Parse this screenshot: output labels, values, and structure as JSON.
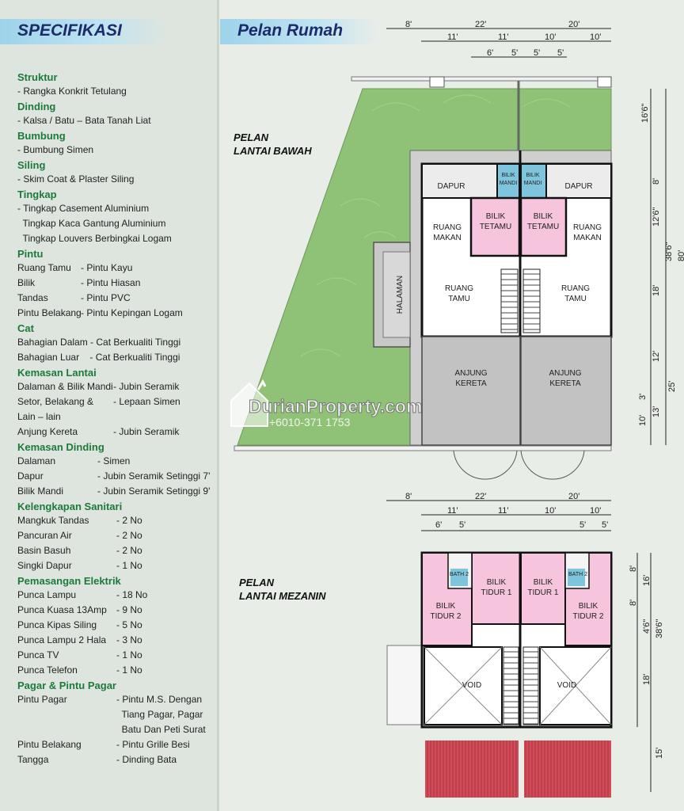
{
  "left": {
    "title": "SPECIFIKASI",
    "sections": [
      {
        "heading": "Struktur",
        "lines": [
          {
            "text": "- Rangka Konkrit Tetulang"
          }
        ]
      },
      {
        "heading": "Dinding",
        "lines": [
          {
            "text": "- Kalsa / Batu – Bata Tanah Liat"
          }
        ]
      },
      {
        "heading": "Bumbung",
        "lines": [
          {
            "text": "- Bumbung Simen"
          }
        ]
      },
      {
        "heading": "Siling",
        "lines": [
          {
            "text": "- Skim Coat & Plaster Siling"
          }
        ]
      },
      {
        "heading": "Tingkap",
        "lines": [
          {
            "text": "- Tingkap Casement Aluminium"
          },
          {
            "text": "  Tingkap Kaca Gantung Aluminium"
          },
          {
            "text": "  Tingkap Louvers Berbingkai Logam"
          }
        ]
      },
      {
        "heading": "Pintu",
        "lines": [
          {
            "text": "Ruang Tamu",
            "value": "- Pintu Kayu"
          },
          {
            "text": "Bilik",
            "value": "- Pintu Hiasan"
          },
          {
            "text": "Tandas",
            "value": "- Pintu PVC"
          },
          {
            "text": "Pintu Belakang",
            "value": "- Pintu Kepingan Logam"
          }
        ]
      },
      {
        "heading": "Cat",
        "lines": [
          {
            "text": "Bahagian Dalam - Cat Berkualiti Tinggi"
          },
          {
            "text": "Bahagian Luar    - Cat Berkualiti Tinggi"
          }
        ]
      },
      {
        "heading": "Kemasan Lantai",
        "lines": [
          {
            "text": "Dalaman & Bilik Mandi",
            "value": "- Jubin Seramik"
          },
          {
            "text": "Setor, Belakang &",
            "value": "- Lepaan Simen"
          },
          {
            "text": "Lain – lain"
          },
          {
            "text": "Anjung Kereta",
            "value": "- Jubin Seramik"
          }
        ]
      },
      {
        "heading": "Kemasan Dinding",
        "lines": [
          {
            "text": "Dalaman",
            "value": "- Simen"
          },
          {
            "text": "Dapur",
            "value": "- Jubin Seramik Setinggi 7'"
          },
          {
            "text": "Bilik Mandi",
            "value": "- Jubin Seramik Setinggi 9'"
          }
        ]
      },
      {
        "heading": "Kelengkapan Sanitari",
        "lines": [
          {
            "text": "Mangkuk Tandas",
            "value": "- 2 No"
          },
          {
            "text": "Pancuran Air",
            "value": "- 2 No"
          },
          {
            "text": "Basin Basuh",
            "value": "- 2 No"
          },
          {
            "text": "Singki Dapur",
            "value": "- 1 No"
          }
        ]
      },
      {
        "heading": "Pemasangan Elektrik",
        "lines": [
          {
            "text": "Punca Lampu",
            "value": "- 18 No"
          },
          {
            "text": "Punca Kuasa 13Amp",
            "value": "- 9 No"
          },
          {
            "text": "Punca Kipas Siling",
            "value": "- 5 No"
          },
          {
            "text": "Punca Lampu 2 Hala",
            "value": "- 3 No"
          },
          {
            "text": "Punca TV",
            "value": "- 1 No"
          },
          {
            "text": "Punca Telefon",
            "value": "- 1 No"
          }
        ]
      },
      {
        "heading": "Pagar & Pintu Pagar",
        "lines": [
          {
            "text": "Pintu Pagar",
            "value": "- Pintu M.S. Dengan"
          },
          {
            "text": "",
            "value": "  Tiang Pagar, Pagar"
          },
          {
            "text": "",
            "value": "  Batu Dan Peti Surat"
          },
          {
            "text": "Pintu Belakang",
            "value": "- Pintu Grille Besi"
          },
          {
            "text": "Tangga",
            "value": "- Dinding Bata"
          }
        ]
      }
    ]
  },
  "right": {
    "title": "Pelan Rumah",
    "ground": {
      "label": [
        "PELAN",
        "LANTAI BAWAH"
      ],
      "dims_top": [
        "8'",
        "22'",
        "20'",
        "11'",
        "11'",
        "10'",
        "10'",
        "6'",
        "5'",
        "5'",
        "5'"
      ],
      "dims_right": [
        "16'6\"",
        "8'",
        "12'6\"",
        "38'6\"",
        "18'",
        "12'",
        "25'",
        "3'",
        "13'",
        "10'",
        "80'"
      ],
      "rooms": [
        "DAPUR",
        "DAPUR",
        "BILIK MANDI",
        "BILIK MANDI",
        "BILIK TETAMU",
        "BILIK TETAMU",
        "RUANG MAKAN",
        "RUANG MAKAN",
        "RUANG TAMU",
        "RUANG TAMU",
        "HALAMAN",
        "ANJUNG KERETA",
        "ANJUNG KERETA"
      ]
    },
    "mezzanine": {
      "label": [
        "PELAN",
        "LANTAI MEZANIN"
      ],
      "dims_top": [
        "8'",
        "22'",
        "20'",
        "11'",
        "11'",
        "10'",
        "10'",
        "6'",
        "5'",
        "5'",
        "5'"
      ],
      "dims_right": [
        "8'",
        "16'",
        "8'",
        "4'6\"",
        "38'6\"",
        "18'",
        "15'"
      ],
      "rooms": [
        "BATH 2",
        "BATH 2",
        "BILIK TIDUR 1",
        "BILIK TIDUR 1",
        "BILIK TIDUR 2",
        "BILIK TIDUR 2",
        "VOID",
        "VOID"
      ]
    }
  },
  "watermark": {
    "brand": "DurianProperty.com",
    "phone": "+6010-371 1753"
  },
  "colors": {
    "title_text": "#1b2b6b",
    "heading_text": "#1d7a3a",
    "banner": "#9ed3ea",
    "lawn": "#8fc276",
    "bedroom": "#f6c4dd",
    "tile": "#eeeeee",
    "roof": "#d24b57"
  }
}
